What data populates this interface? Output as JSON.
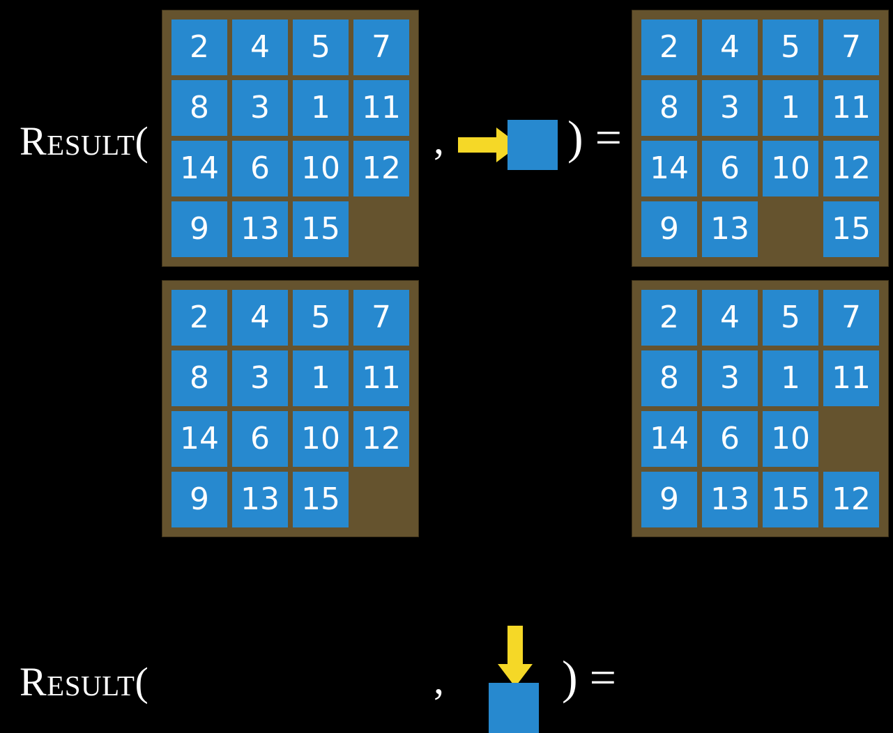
{
  "page": {
    "background_color": "#000000",
    "tile_color": "#2789cf",
    "board_frame_color": "#65532e",
    "arrow_color": "#f5d827",
    "text_color": "#ffffff"
  },
  "rows": [
    {
      "label": "Result(",
      "comma": ",",
      "paren_equals": ") =",
      "action": {
        "direction": "right",
        "arrow_icon": "arrow-right-icon",
        "blank_tile_label": ""
      },
      "input_board": {
        "columns": 4,
        "rows": 4,
        "tiles": [
          [
            "2",
            "4",
            "5",
            "7"
          ],
          [
            "8",
            "3",
            "1",
            "11"
          ],
          [
            "14",
            "6",
            "10",
            "12"
          ],
          [
            "9",
            "13",
            "15",
            ""
          ]
        ]
      },
      "output_board": {
        "columns": 4,
        "rows": 4,
        "tiles": [
          [
            "2",
            "4",
            "5",
            "7"
          ],
          [
            "8",
            "3",
            "1",
            "11"
          ],
          [
            "14",
            "6",
            "10",
            "12"
          ],
          [
            "9",
            "13",
            "",
            "15"
          ]
        ]
      }
    },
    {
      "label": "Result(",
      "comma": ",",
      "paren_equals": ") =",
      "action": {
        "direction": "down",
        "arrow_icon": "arrow-down-icon",
        "blank_tile_label": ""
      },
      "input_board": {
        "columns": 4,
        "rows": 4,
        "tiles": [
          [
            "2",
            "4",
            "5",
            "7"
          ],
          [
            "8",
            "3",
            "1",
            "11"
          ],
          [
            "14",
            "6",
            "10",
            "12"
          ],
          [
            "9",
            "13",
            "15",
            ""
          ]
        ]
      },
      "output_board": {
        "columns": 4,
        "rows": 4,
        "tiles": [
          [
            "2",
            "4",
            "5",
            "7"
          ],
          [
            "8",
            "3",
            "1",
            "11"
          ],
          [
            "14",
            "6",
            "10",
            ""
          ],
          [
            "9",
            "13",
            "15",
            "12"
          ]
        ]
      }
    }
  ]
}
